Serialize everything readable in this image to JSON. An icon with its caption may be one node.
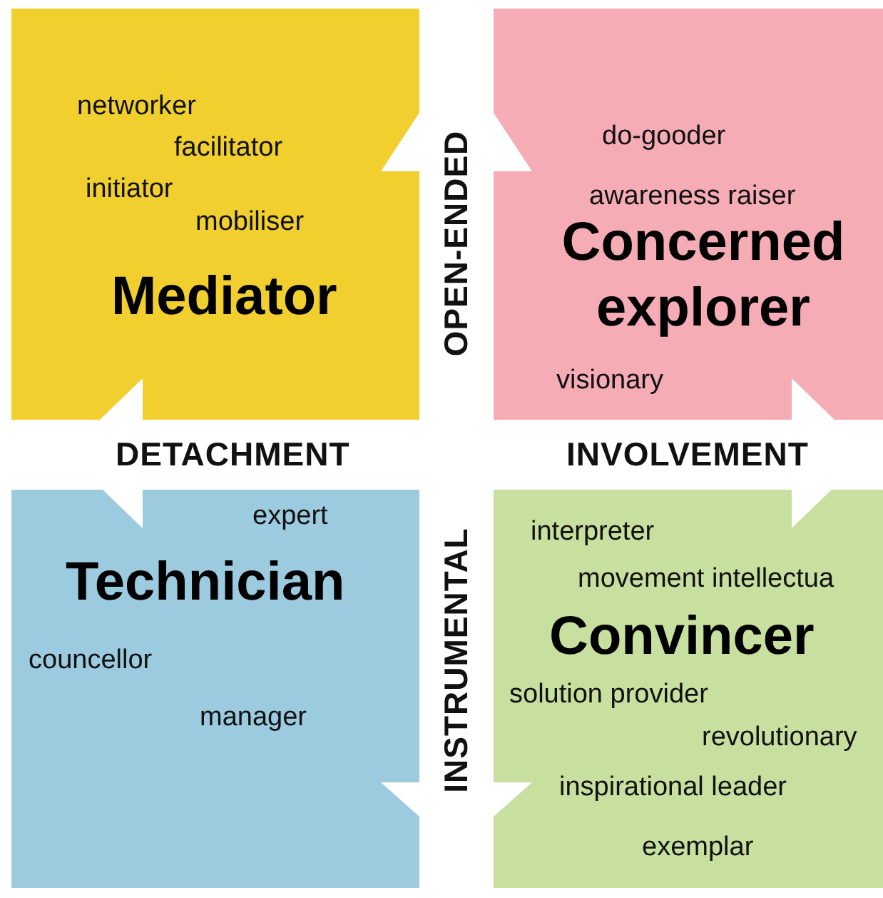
{
  "diagram": {
    "nodes": [
      {
        "text": [
          "networker",
          "facilitator",
          "initiator",
          "mobiliser",
          "Mediator"
        ]
      },
      {
        "text": [
          "do-gooder",
          "awareness raiser",
          "Concerned explorer",
          "visionary"
        ]
      },
      {
        "text": [
          "expert",
          "Technician",
          "councellor",
          "manager"
        ]
      },
      {
        "text": [
          "interpreter",
          "movement intellectua",
          "Convincer",
          "solution provider",
          "revolutionary",
          "inspirational leader",
          "exemplar"
        ]
      }
    ],
    "edges": [],
    "labels": [
      "OPEN-ENDED",
      "DETACHMENT",
      "INVOLVEMENT",
      "INSTRUMENTAL"
    ]
  }
}
